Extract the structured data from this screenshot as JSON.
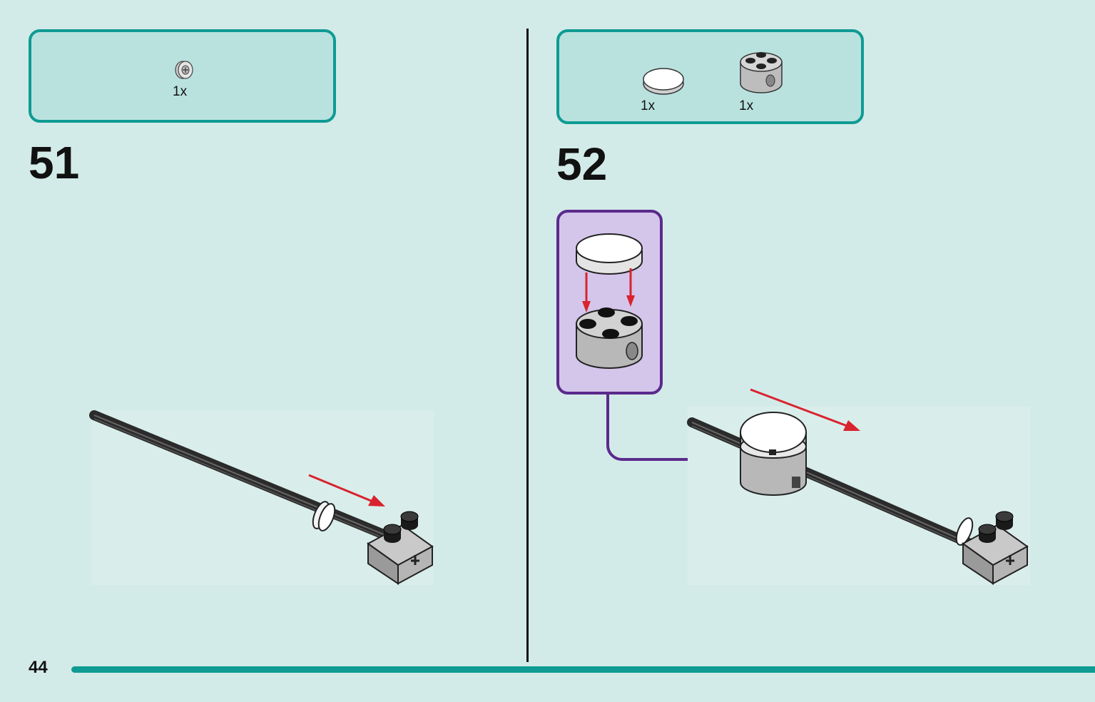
{
  "page": {
    "page_number": "44",
    "accent_color": "#0e9b93",
    "subassembly_color": "#5b2a8c",
    "arrow_color": "#d9232e"
  },
  "steps": [
    {
      "number": "51",
      "parts": [
        {
          "icon": "bush-piece-icon",
          "quantity": "1x"
        }
      ]
    },
    {
      "number": "52",
      "parts": [
        {
          "icon": "round-tile-icon",
          "quantity": "1x"
        },
        {
          "icon": "round-brick-icon",
          "quantity": "1x"
        }
      ]
    }
  ]
}
